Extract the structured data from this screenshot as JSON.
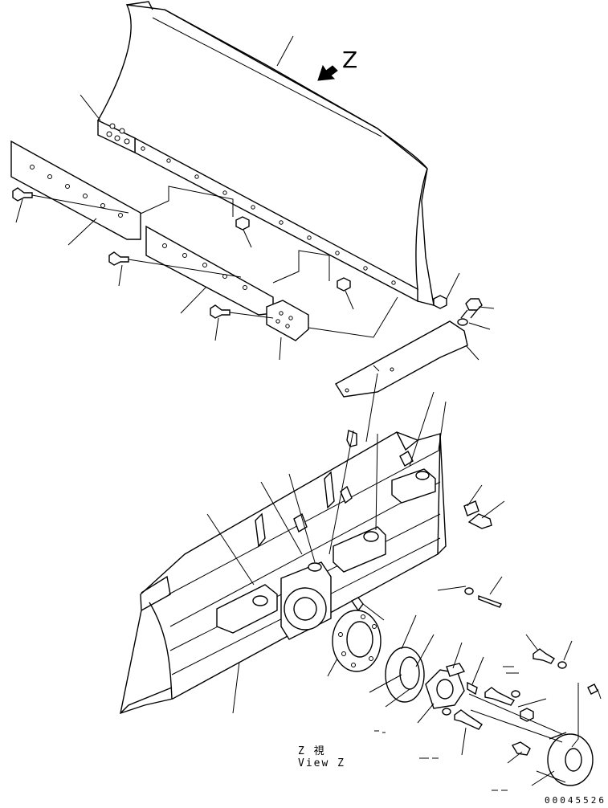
{
  "diagram": {
    "view_marker": "Z",
    "view_caption_line1": "Z 視",
    "view_caption_line2": "View Z",
    "figure_number": "00045526"
  }
}
